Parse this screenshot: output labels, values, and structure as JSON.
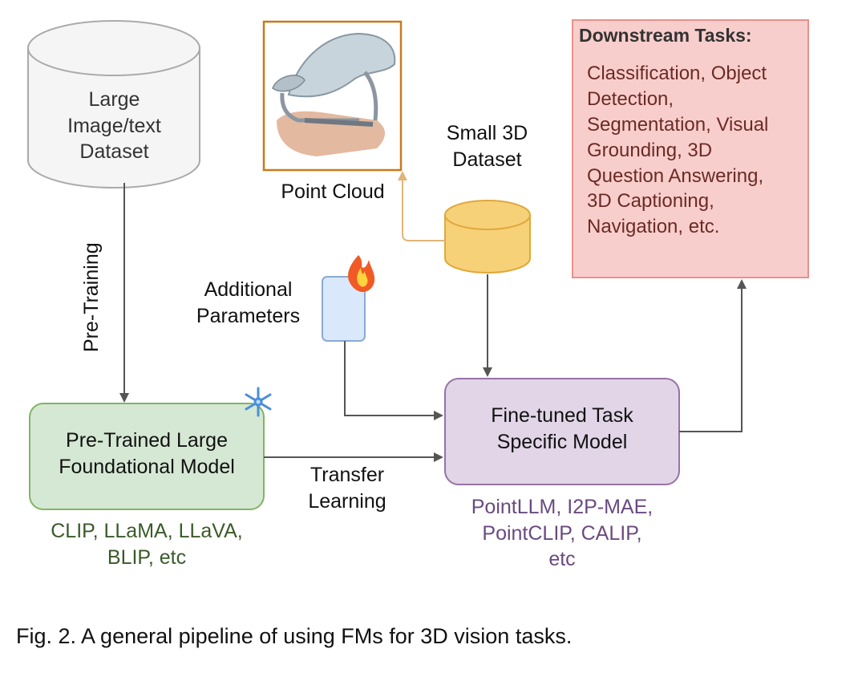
{
  "dataset_large": {
    "lines": [
      "Large",
      "Image/text",
      "Dataset"
    ]
  },
  "dataset_small": {
    "lines": [
      "Small 3D",
      "Dataset"
    ]
  },
  "point_cloud": {
    "label": "Point Cloud"
  },
  "pretraining_label": "Pre-Training",
  "additional_params": {
    "lines": [
      "Additional",
      "Parameters"
    ]
  },
  "pretrained_model": {
    "lines": [
      "Pre-Trained Large",
      "Foundational Model"
    ],
    "examples": [
      "CLIP, LLaMA, LLaVA,",
      "BLIP, etc"
    ]
  },
  "transfer_learning": {
    "lines": [
      "Transfer",
      "Learning"
    ]
  },
  "finetuned_model": {
    "lines": [
      "Fine-tuned Task",
      "Specific Model"
    ],
    "examples": [
      "PointLLM, I2P-MAE,",
      "PointCLIP, CALIP,",
      "etc"
    ]
  },
  "downstream": {
    "title": "Downstream Tasks:",
    "lines": [
      "Classification, Object",
      "Detection,",
      "Segmentation, Visual",
      "Grounding, 3D",
      "Question Answering,",
      "3D Captioning,",
      "Navigation, etc."
    ]
  },
  "caption": "Fig. 2. A general pipeline of using FMs for 3D vision tasks.",
  "colors": {
    "green_fill": "#d5e8d4",
    "green_stroke": "#82b366",
    "green_text": "#3a5a2a",
    "purple_fill": "#e1d5e7",
    "purple_stroke": "#9673a6",
    "purple_text": "#6a4a80",
    "red_fill": "#f8cecc",
    "red_stroke": "#e8908c",
    "red_text": "#6b2a26",
    "yellow_fill": "#f7d178",
    "yellow_stroke": "#e0a83c",
    "blue_fill": "#dae8fc",
    "blue_stroke": "#8aaad4",
    "arrow_gray": "#555555",
    "arrow_orange": "#e0b57a",
    "frame_orange": "#c97a1a"
  }
}
